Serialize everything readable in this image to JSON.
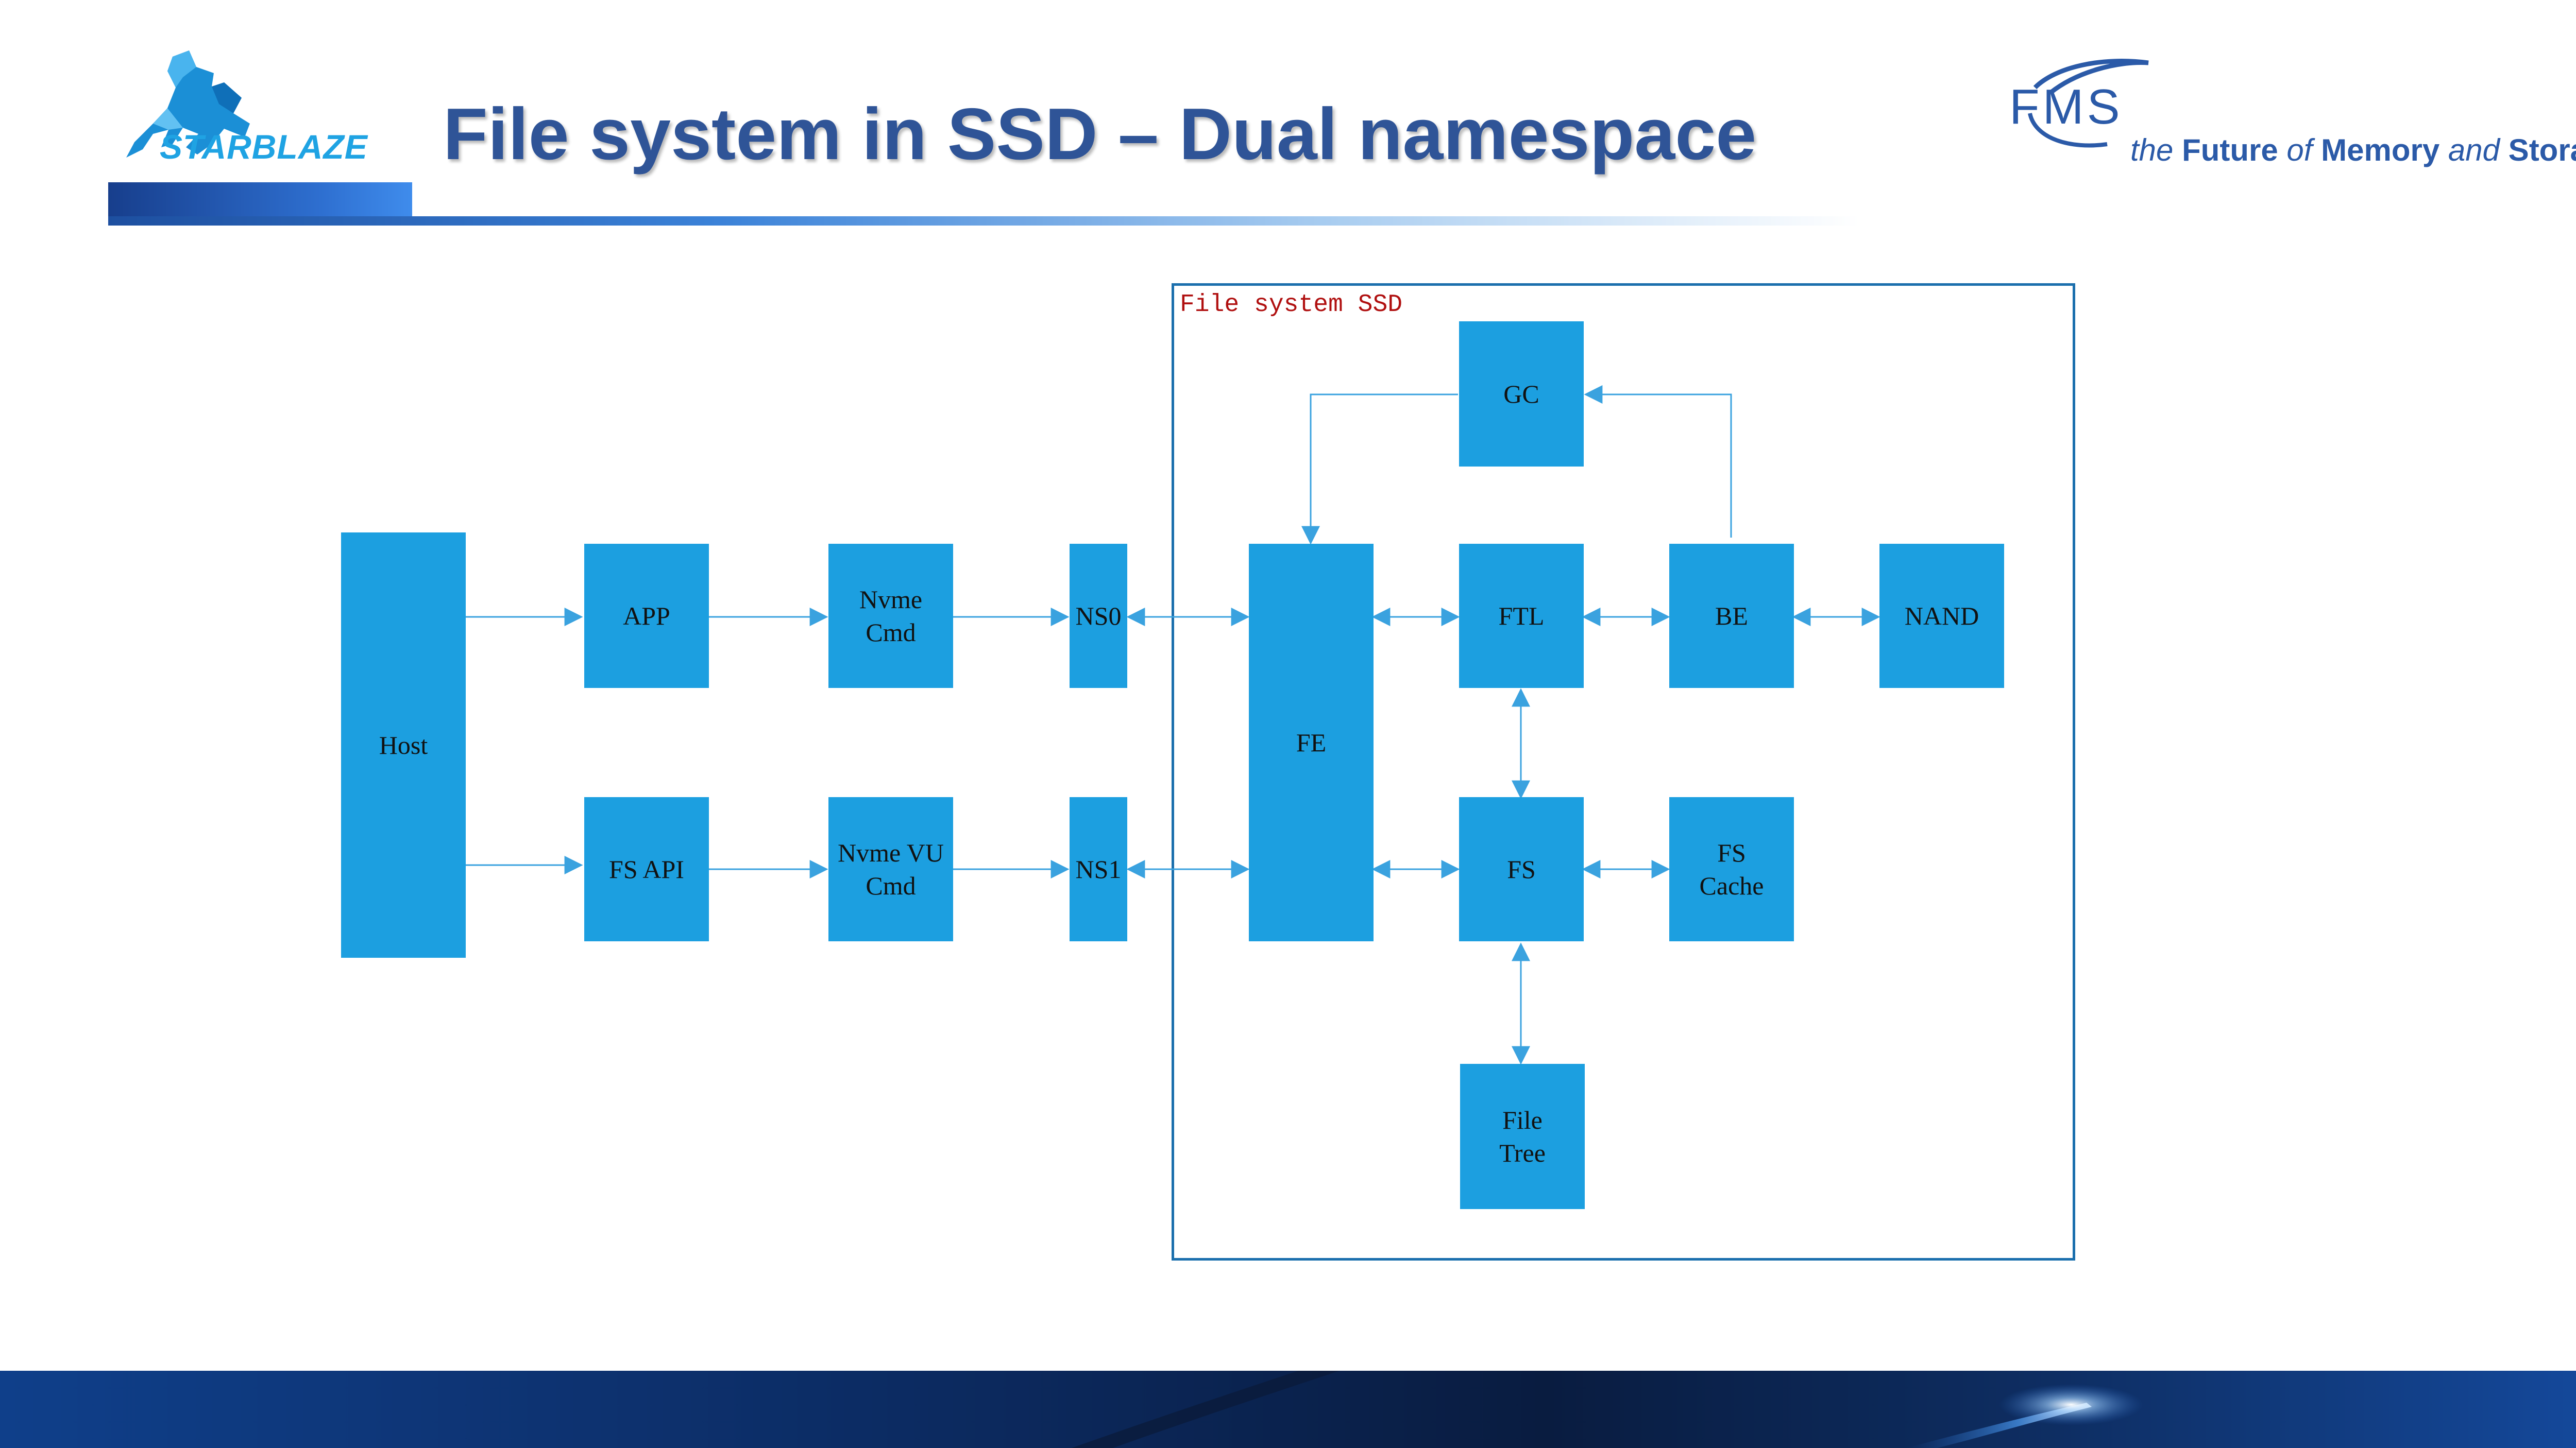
{
  "slide": {
    "title": "File system in SSD – Dual namespace"
  },
  "logos": {
    "starblaze": "STARBLAZE",
    "fms": {
      "mark": "FMS",
      "tagline_the": "the",
      "tagline_future": "Future",
      "tagline_of": "of",
      "tagline_memory": "Memory",
      "tagline_and": "and",
      "tagline_storage": "Storage"
    }
  },
  "diagram": {
    "container_label": "File system SSD",
    "nodes": {
      "host": "Host",
      "app": "APP",
      "nvme_cmd": "Nvme\nCmd",
      "ns0": "NS0",
      "fs_api": "FS API",
      "nvme_vu_cmd": "Nvme VU\nCmd",
      "ns1": "NS1",
      "fe": "FE",
      "ftl": "FTL",
      "be": "BE",
      "nand": "NAND",
      "gc": "GC",
      "fs": "FS",
      "fs_cache": "FS\nCache",
      "file_tree": "File\nTree"
    }
  },
  "colors": {
    "node_fill": "#1c9fe0",
    "edge": "#3aa2df",
    "title": "#2f5497",
    "container_border": "#1b6fad",
    "container_label": "#b01010"
  }
}
